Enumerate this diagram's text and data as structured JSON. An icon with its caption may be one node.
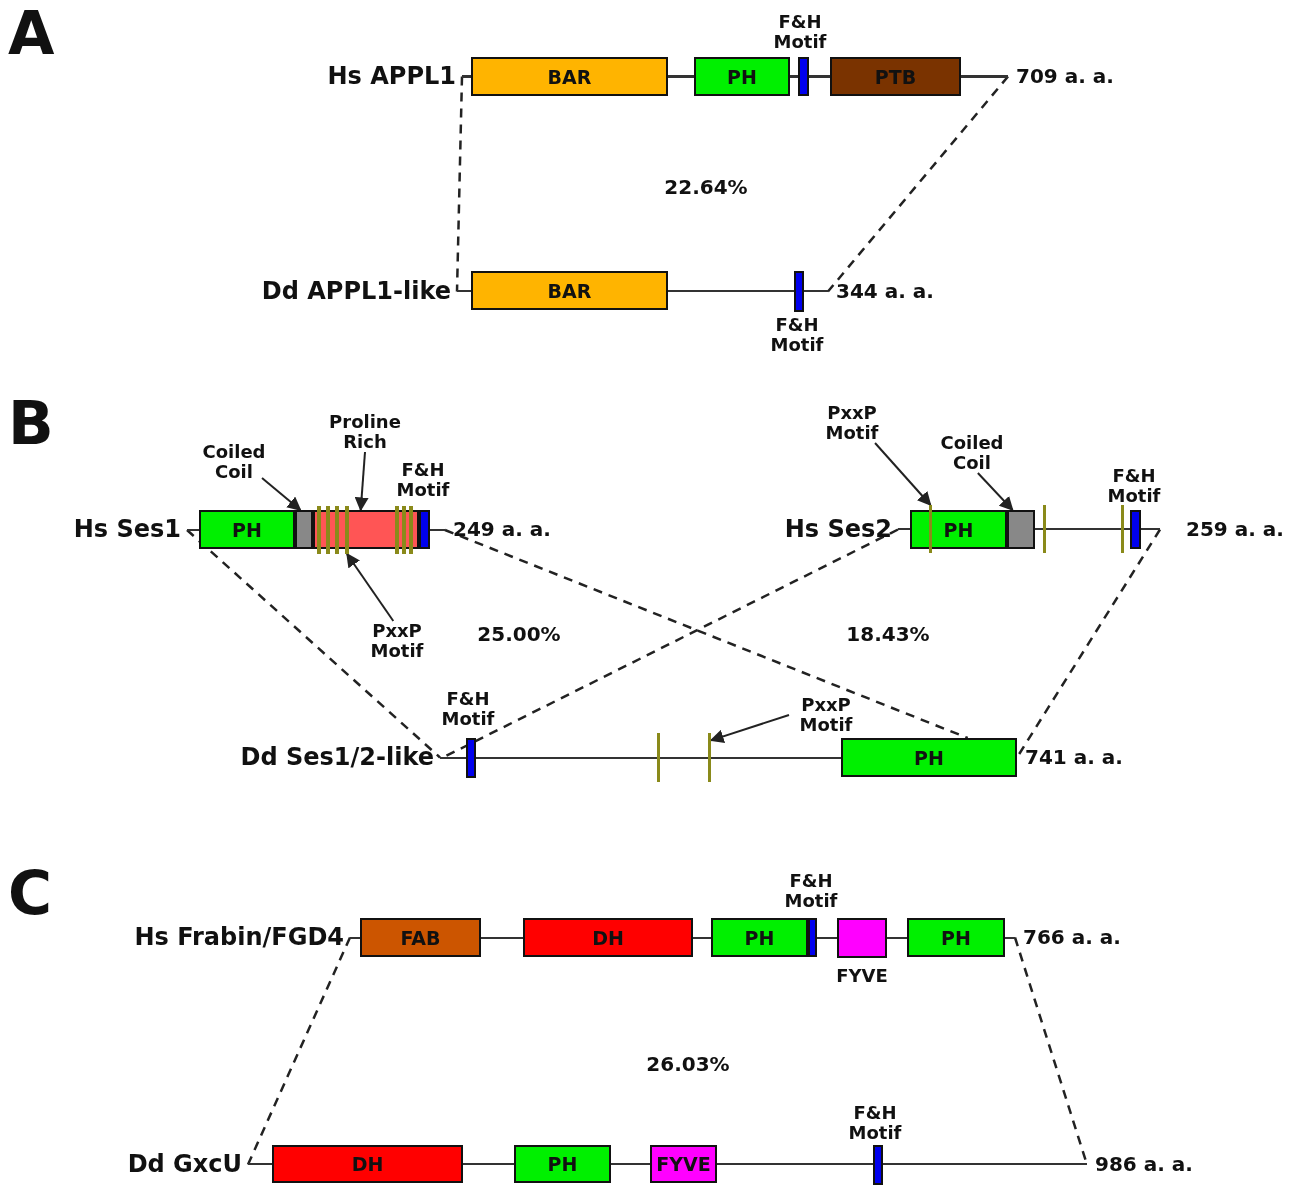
{
  "diagram": {
    "nodes": [
      {
        "text": [],
        "shape": "line",
        "beside": [
          "Hs APPL1",
          "709 a. a."
        ]
      },
      {
        "text": [
          "BAR"
        ],
        "in": 0
      },
      {
        "text": [
          "PH"
        ],
        "in": 0
      },
      {
        "text": [
          "F&H Motif"
        ],
        "in": 0
      },
      {
        "text": [
          "PTB"
        ],
        "in": 0
      },
      {
        "text": [],
        "shape": "line",
        "beside": [
          "Dd APPL1-like",
          "344 a. a."
        ]
      },
      {
        "text": [
          "BAR"
        ],
        "in": 5
      },
      {
        "text": [
          "F&H Motif"
        ],
        "in": 5
      },
      {
        "text": [],
        "shape": "line",
        "beside": [
          "Hs Ses1",
          "249 a. a."
        ]
      },
      {
        "text": [
          "PH"
        ],
        "in": 8
      },
      {
        "text": [],
        "shape": "box",
        "in": 8
      },
      {
        "text": [],
        "shape": "box",
        "in": 8
      },
      {
        "text": [],
        "shape": "bar",
        "in": 8
      },
      {
        "text": [],
        "shape": "bar",
        "in": 8
      },
      {
        "text": [],
        "shape": "bar",
        "in": 8
      },
      {
        "text": [],
        "shape": "bar",
        "in": 8
      },
      {
        "text": [],
        "shape": "bar",
        "in": 8
      },
      {
        "text": [],
        "shape": "bar",
        "in": 8
      },
      {
        "text": [],
        "shape": "bar",
        "in": 8
      },
      {
        "text": [
          "F&H Motif"
        ],
        "in": 8
      },
      {
        "text": [
          "Coiled Coil"
        ]
      },
      {
        "text": [
          "Proline Rich"
        ]
      },
      {
        "text": [
          "PxxP Motif"
        ]
      },
      {
        "text": [],
        "shape": "line",
        "beside": [
          "Hs Ses2",
          "259 a. a."
        ]
      },
      {
        "text": [
          "PH"
        ],
        "in": 23
      },
      {
        "text": [],
        "shape": "bar",
        "in": 23
      },
      {
        "text": [],
        "shape": "box",
        "in": 23
      },
      {
        "text": [],
        "shape": "bar",
        "in": 23
      },
      {
        "text": [],
        "shape": "bar",
        "in": 23
      },
      {
        "text": [
          "F&H Motif"
        ],
        "in": 23
      },
      {
        "text": [
          "PxxP Motif"
        ]
      },
      {
        "text": [
          "Coiled Coil"
        ]
      },
      {
        "text": [],
        "shape": "line",
        "beside": [
          "Dd Ses1/2-like",
          "741 a. a."
        ]
      },
      {
        "text": [
          "F&H Motif"
        ],
        "in": 32
      },
      {
        "text": [],
        "shape": "bar",
        "in": 32
      },
      {
        "text": [],
        "shape": "bar",
        "in": 32
      },
      {
        "text": [
          "PH"
        ],
        "in": 32
      },
      {
        "text": [
          "PxxP Motif"
        ]
      },
      {
        "text": [],
        "shape": "line",
        "beside": [
          "Hs Frabin/FGD4",
          "766 a. a."
        ]
      },
      {
        "text": [
          "FAB"
        ],
        "in": 38
      },
      {
        "text": [
          "DH"
        ],
        "in": 38
      },
      {
        "text": [
          "PH"
        ],
        "in": 38
      },
      {
        "text": [
          "F&H Motif"
        ],
        "in": 38
      },
      {
        "text": [
          "FYVE"
        ],
        "in": 38
      },
      {
        "text": [
          "PH"
        ],
        "in": 38
      },
      {
        "text": [],
        "shape": "line",
        "beside": [
          "Dd GxcU",
          "986 a. a."
        ]
      },
      {
        "text": [
          "DH"
        ],
        "in": 45
      },
      {
        "text": [
          "PH"
        ],
        "in": 45
      },
      {
        "text": [
          "FYVE"
        ],
        "in": 45
      },
      {
        "text": [
          "F&H Motif"
        ],
        "in": 45
      }
    ],
    "edges": [
      {
        "from": 0,
        "to": 5,
        "arrow": "none",
        "style": "dashed"
      },
      {
        "from": 0,
        "to": 5,
        "arrow": "none",
        "style": "dashed"
      },
      {
        "from": 20,
        "to": 10,
        "arrow": "to"
      },
      {
        "from": 21,
        "to": 11,
        "arrow": "to"
      },
      {
        "from": 22,
        "to": 15,
        "arrow": "to"
      },
      {
        "from": 8,
        "to": 32,
        "arrow": "none",
        "style": "dashed"
      },
      {
        "from": 8,
        "to": 36,
        "arrow": "none",
        "style": "dashed"
      },
      {
        "from": 23,
        "to": 32,
        "arrow": "none",
        "style": "dashed"
      },
      {
        "from": 23,
        "to": 32,
        "arrow": "none",
        "style": "dashed"
      },
      {
        "from": 30,
        "to": 25,
        "arrow": "to"
      },
      {
        "from": 31,
        "to": 26,
        "arrow": "to"
      },
      {
        "from": 37,
        "to": 35,
        "arrow": "to"
      },
      {
        "from": 38,
        "to": 45,
        "arrow": "none",
        "style": "dashed"
      },
      {
        "from": 38,
        "to": 45,
        "arrow": "none",
        "style": "dashed"
      }
    ],
    "labels": [
      "A",
      "22.64%",
      "B",
      "25.00%",
      "18.43%",
      "C",
      "26.03%"
    ]
  }
}
